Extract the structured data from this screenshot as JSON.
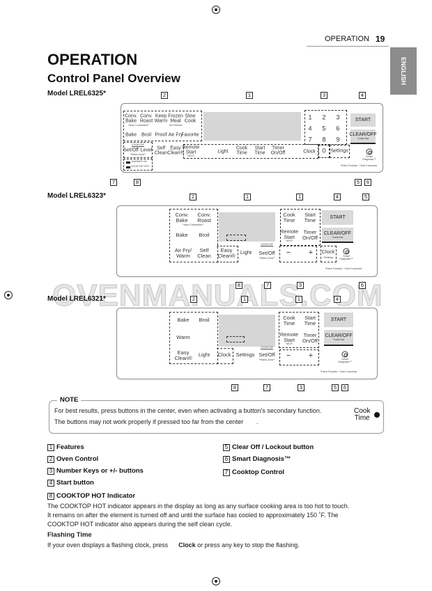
{
  "header": {
    "section": "OPERATION",
    "page": "19",
    "lang_tab": "ENGLISH"
  },
  "title": "OPERATION",
  "subtitle": "Control Panel Overview",
  "watermark": "OVENMANUALS.COM",
  "extra": "*Extra Function : Hold 3 seconds",
  "common": {
    "start": "START",
    "clear": "CLEAR/OFF",
    "lockout": "*Lock Out",
    "smart": "Smart\nDiagnosis™",
    "cooktop": "COOKTOP",
    "setoff": "Set/Off",
    "warmzone": "└Warm Zone┘",
    "wifi": "*Wi-Fi",
    "cooktime": "Cook\nTime",
    "starttime": "Start\nTime",
    "remote": "Remote\nStart",
    "timer": "Timer\nOn/Off",
    "light": "Light",
    "clock": "Clock",
    "settings": "Settings",
    "minus": "−",
    "plus": "+",
    "bake": "Bake",
    "broil": "Broil",
    "convbake": "Conv.\nBake",
    "convroast": "Conv.\nRoast",
    "autoconv": "└Auto Conversion┘",
    "selfclean": "Self\nClean",
    "easyclean": "Easy\nClean®"
  },
  "p1": {
    "model": "Model LREL6325*",
    "keepwarm": "Keep\nWarm",
    "frozen": "Frozen\nMeal",
    "nopreheat": "No Preheat",
    "slowcook": "Slow\nCook",
    "proof": "Proof",
    "airfry": "Air Fry",
    "favorite": "Favorite",
    "level": "Level",
    "burner": "BURNER ON",
    "hot": "COOKTOP HOT",
    "keys": [
      "1",
      "2",
      "3",
      "4",
      "5",
      "6",
      "7",
      "8",
      "9",
      "0"
    ],
    "callouts": [
      "2",
      "1",
      "3",
      "4",
      "7",
      "8",
      "5",
      "6"
    ]
  },
  "p2": {
    "model": "Model LREL6323*",
    "airfrywarm": "Air Fry/\nWarm",
    "clocksettings": "*Settings",
    "callouts": [
      "2",
      "1",
      "1",
      "4",
      "5",
      "8",
      "7",
      "3",
      "6"
    ]
  },
  "p3": {
    "model": "Model LREL6321*",
    "warm": "Warm",
    "callouts": [
      "2",
      "1",
      "1",
      "4",
      "8",
      "7",
      "3",
      "5",
      "6"
    ]
  },
  "note": {
    "label": "NOTE",
    "line1": "For best results, press buttons in the center, even when activating a button's secondary function.",
    "line2": "The buttons may not work properly if pressed too far from the center",
    "dot": ".",
    "illus": "Cook\nTime"
  },
  "legend": [
    {
      "n": "1",
      "t": "Features"
    },
    {
      "n": "2",
      "t": "Oven Control"
    },
    {
      "n": "3",
      "t": "Number Keys or +/- buttons"
    },
    {
      "n": "4",
      "t": "Start button"
    },
    {
      "n": "8",
      "t": "COOKTOP HOT Indicator"
    },
    {
      "n": "5",
      "t": "Clear Off / Lockout button"
    },
    {
      "n": "6",
      "t": "Smart Diagnosis™"
    },
    {
      "n": "7",
      "t": "Cooktop Control"
    }
  ],
  "para": [
    "The COOKTOP HOT indicator appears in the display as long as any surface cooking area is too hot to touch.",
    "It remains on after the element is turned off and until the surface has cooled to approximately 150 ˚F. The",
    "COOKTOP HOT indicator also appears during the self clean cycle."
  ],
  "flashing": {
    "title": "Flashing Time",
    "pre": "If your oven displays a flashing clock, press",
    "bold": "Clock",
    "post": "or press any key to stop the flashing."
  }
}
